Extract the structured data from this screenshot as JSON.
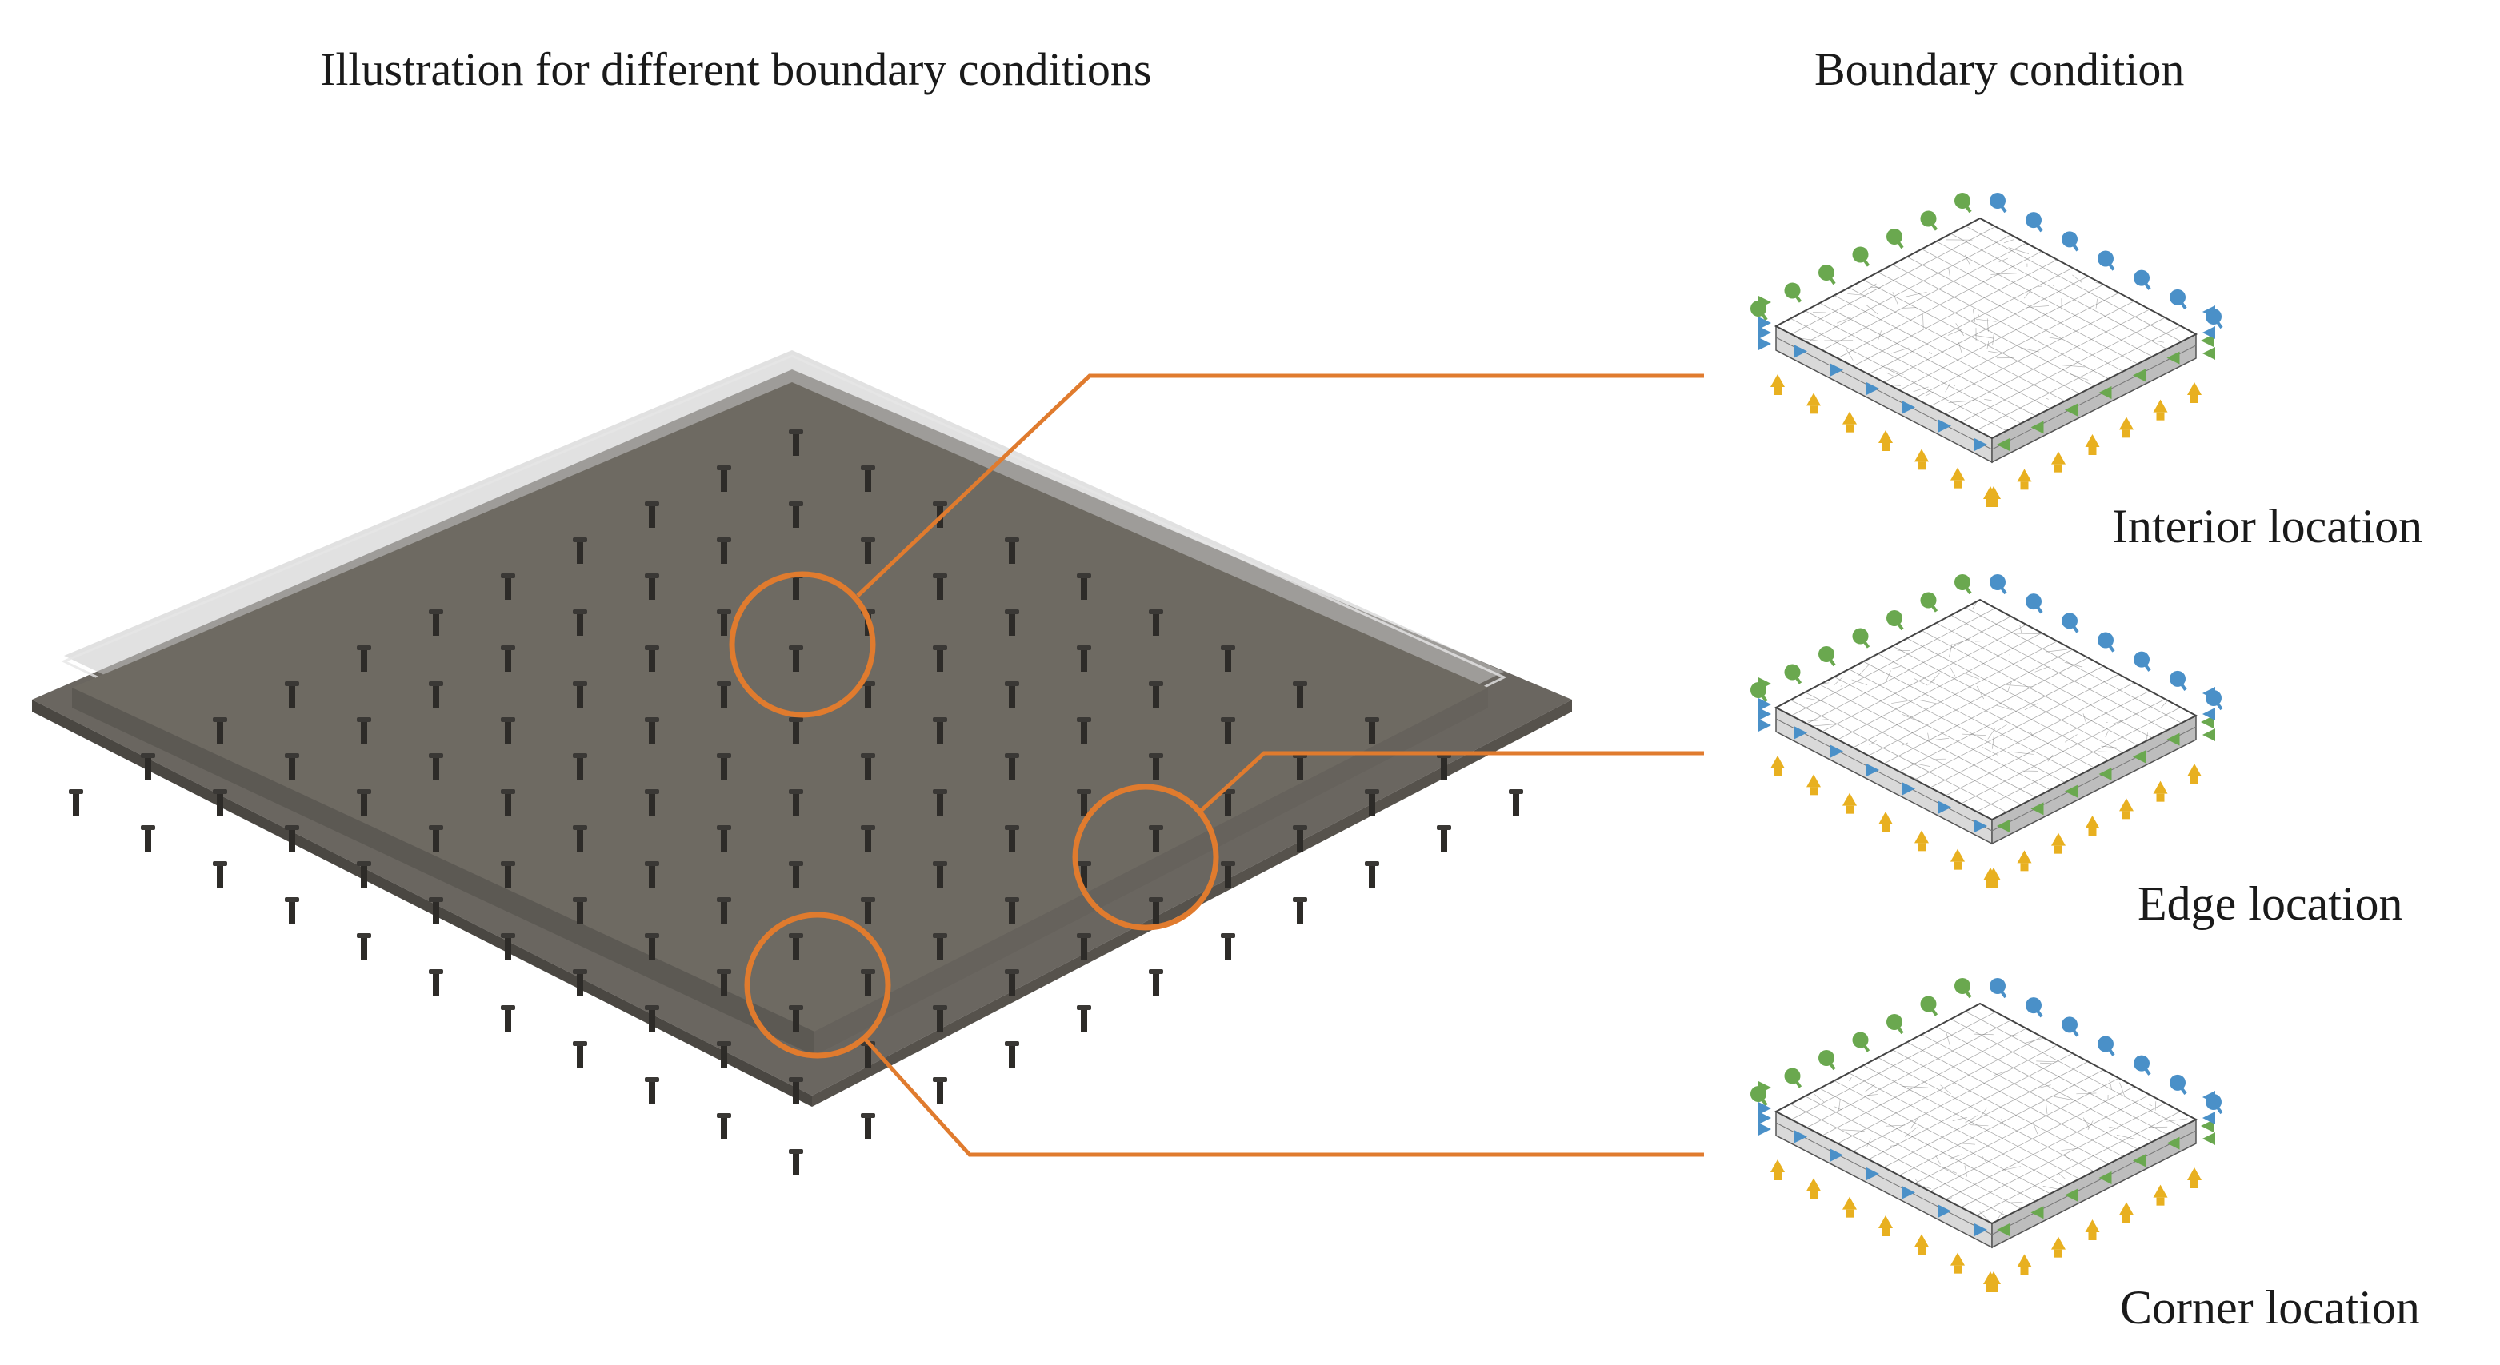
{
  "titles": {
    "left": "Illustration for different boundary conditions",
    "right": "Boundary condition"
  },
  "locations": [
    {
      "key": "interior",
      "label": "Interior location"
    },
    {
      "key": "edge",
      "label": "Edge location"
    },
    {
      "key": "corner",
      "label": "Corner location"
    }
  ],
  "colors": {
    "highlight": "#e07b2e",
    "plate_top": "#6e6a62",
    "plate_base": "#6a6660",
    "plate_frame": "#c8c8c8",
    "bc_green": "#6aa84f",
    "bc_blue": "#4a90c8",
    "bc_yellow": "#e8b020",
    "mesh": "#6a6a6a"
  },
  "icons": {
    "constraint_ball": "ball-on-stick-symbol",
    "constraint_cone": "cone-arrow-symbol"
  }
}
